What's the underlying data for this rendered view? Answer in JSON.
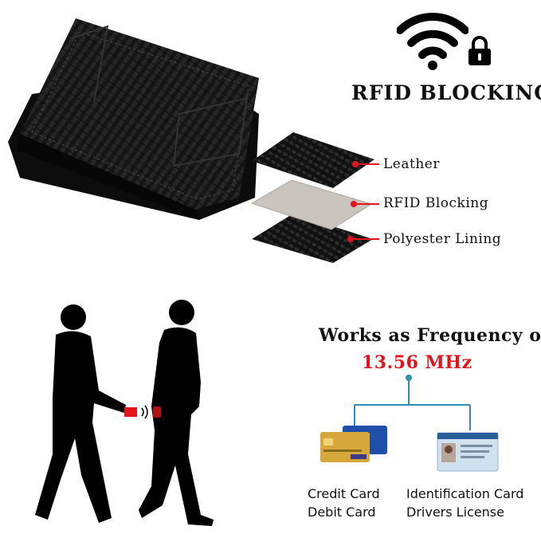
{
  "rfid": {
    "title": "RFID BLOCKING"
  },
  "layers": [
    {
      "label": "Leather"
    },
    {
      "label": "RFID Blocking"
    },
    {
      "label": "Polyester Lining"
    }
  ],
  "frequency": {
    "heading": "Works as Frequency of",
    "value": "13.56 MHz"
  },
  "cards": [
    {
      "line1": "Credit Card",
      "line2": "Debit Card"
    },
    {
      "line1": "Identification Card",
      "line2": "Drivers License"
    }
  ],
  "colors": {
    "accent_red": "#e3141b",
    "connector_teal": "#2e8fb3",
    "carbon_dark": "#151515"
  },
  "icons": [
    "wifi-icon",
    "lock-icon",
    "wallet-image",
    "silhouette-people",
    "credit-card-image",
    "id-card-image"
  ]
}
